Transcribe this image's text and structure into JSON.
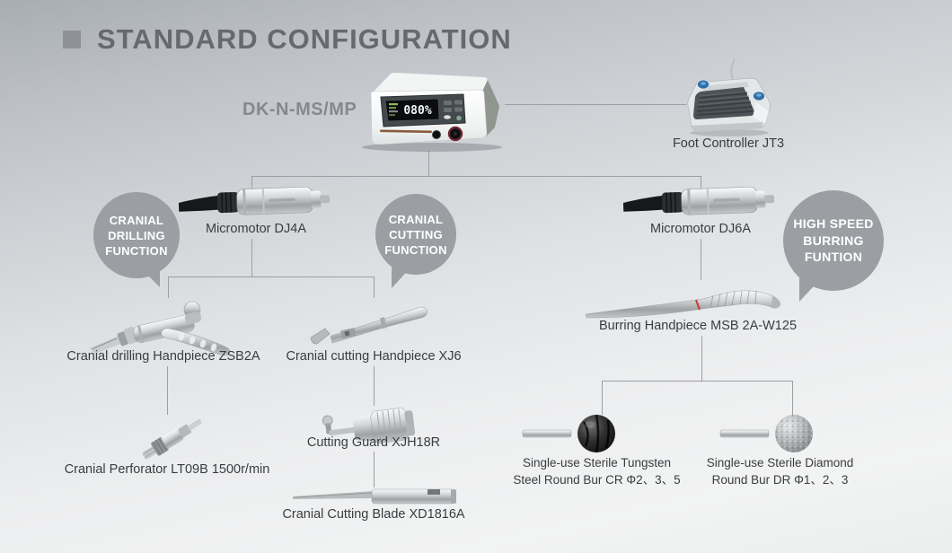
{
  "title": {
    "text": "STANDARD CONFIGURATION"
  },
  "unit": {
    "model": "DK-N-MS/MP",
    "display_value": "080%"
  },
  "foot_controller": {
    "label": "Foot Controller JT3"
  },
  "badges": {
    "drilling": {
      "line1": "CRANIAL",
      "line2": "DRILLING",
      "line3": "FUNCTION"
    },
    "cutting": {
      "line1": "CRANIAL",
      "line2": "CUTTING",
      "line3": "FUNCTION"
    },
    "burring": {
      "line1": "HIGH SPEED",
      "line2": "BURRING",
      "line3": "FUNTION"
    }
  },
  "devices": {
    "micromotor_dj4a": {
      "label": "Micromotor DJ4A"
    },
    "micromotor_dj6a": {
      "label": "Micromotor DJ6A"
    },
    "drilling_handpiece": {
      "label": "Cranial drilling Handpiece ZSB2A"
    },
    "cutting_handpiece": {
      "label": "Cranial cutting Handpiece XJ6"
    },
    "burring_handpiece": {
      "label": "Burring Handpiece MSB 2A-W125"
    },
    "perforator": {
      "label": "Cranial Perforator LT09B 1500r/min"
    },
    "cutting_guard": {
      "label": "Cutting Guard XJH18R"
    },
    "cutting_blade": {
      "label": "Cranial Cutting Blade XD1816A"
    },
    "tungsten_bur": {
      "line1": "Single-use Sterile Tungsten",
      "line2": "Steel Round Bur CR Φ2、3、5"
    },
    "diamond_bur": {
      "line1": "Single-use Sterile Diamond",
      "line2": "Round Bur DR Φ1、2、3"
    }
  },
  "colors": {
    "badge": "#9b9ea2",
    "connector": "#9aa0a4",
    "title_text": "#67696d",
    "label_text": "#3a3c3e",
    "accent_blue": "#2f6ea5"
  }
}
